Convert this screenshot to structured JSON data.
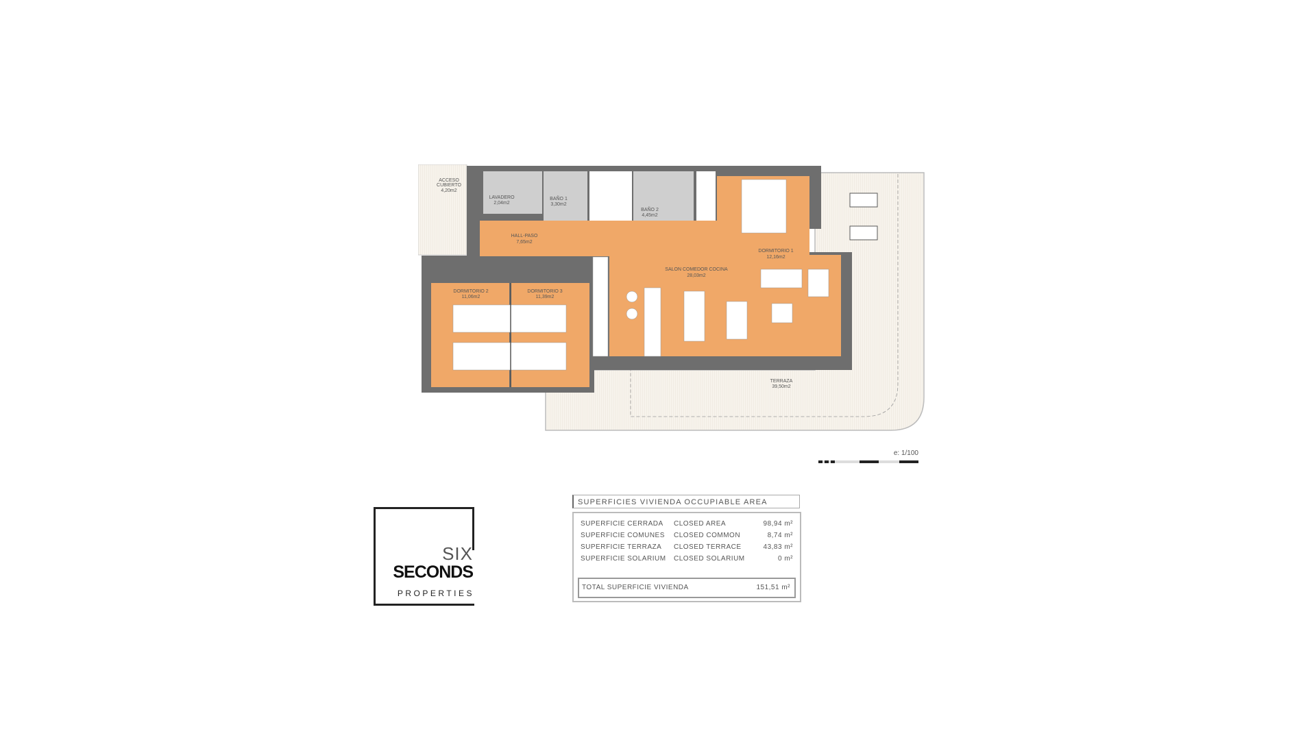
{
  "floor_plan": {
    "rooms": [
      {
        "name": "ACCESO",
        "name2": "CUBIERTO",
        "area": "4,20m2"
      },
      {
        "name": "LAVADERO",
        "area": "2,04m2"
      },
      {
        "name": "BAÑO 1",
        "area": "3,30m2"
      },
      {
        "name": "BAÑO 2",
        "area": "4,45m2"
      },
      {
        "name": "HALL-PASO",
        "area": "7,65m2"
      },
      {
        "name": "DORMITORIO 1",
        "area": "12,16m2"
      },
      {
        "name": "SALON COMEDOR COCINA",
        "area": "28,03m2"
      },
      {
        "name": "DORMITORIO 2",
        "area": "11,06m2"
      },
      {
        "name": "DORMITORIO 3",
        "area": "11,39m2"
      },
      {
        "name": "TERRAZA",
        "area": "39,50m2"
      }
    ],
    "colors": {
      "room": "#f0a868",
      "wet_room": "#cfcfcf",
      "wall": "#6e6e6e",
      "terrace": "#f6f1e8"
    }
  },
  "scale": {
    "label": "e: 1/100"
  },
  "logo": {
    "line1": "SIX",
    "line2": "SECONDS",
    "line3": "PROPERTIES"
  },
  "areas_table": {
    "title": "SUPERFICIES VIVIENDA OCCUPIABLE AREA",
    "rows": [
      {
        "label": "SUPERFICIE CERRADA",
        "label_en": "CLOSED AREA",
        "value": "98,94 m²"
      },
      {
        "label": "SUPERFICIE COMUNES",
        "label_en": "CLOSED COMMON",
        "value": "8,74 m²"
      },
      {
        "label": "SUPERFICIE TERRAZA",
        "label_en": "CLOSED TERRACE",
        "value": "43,83 m²"
      },
      {
        "label": "SUPERFICIE SOLARIUM",
        "label_en": "CLOSED SOLARIUM",
        "value": "0 m²"
      }
    ],
    "total": {
      "label": "TOTAL SUPERFICIE VIVIENDA",
      "value": "151,51 m²"
    }
  }
}
